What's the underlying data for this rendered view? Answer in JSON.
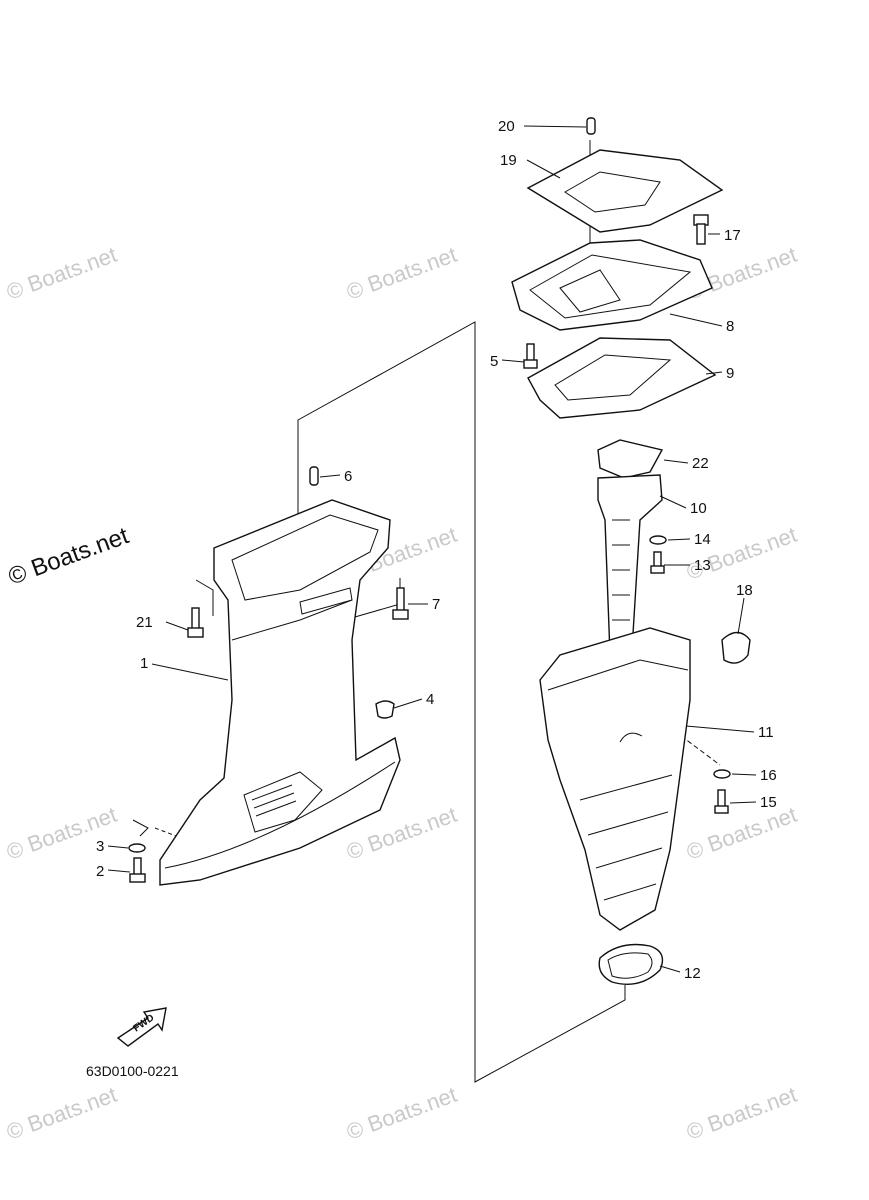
{
  "watermark": {
    "text": "© Boats.net",
    "main_text": "© Boats.net"
  },
  "diagram_code": "63D0100-0221",
  "fwd_label": "FWD",
  "callouts": [
    "1",
    "2",
    "3",
    "4",
    "5",
    "6",
    "7",
    "8",
    "9",
    "10",
    "11",
    "12",
    "13",
    "14",
    "15",
    "16",
    "17",
    "18",
    "19",
    "20",
    "21",
    "22"
  ]
}
